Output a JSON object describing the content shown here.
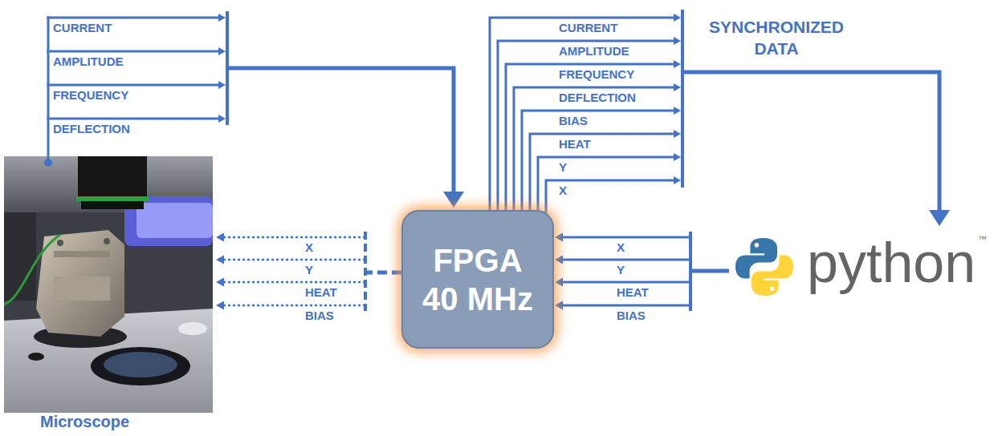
{
  "diagram": {
    "nodes": [
      {
        "text": [
          "Microscope"
        ]
      },
      {
        "text": [
          "FPGA 40 MHz"
        ]
      },
      {
        "text": [
          "python",
          "™"
        ]
      }
    ],
    "edges": [
      {
        "from": 0,
        "to": 1,
        "arrow": "to"
      },
      {
        "from": 1,
        "to": 2,
        "label": "SYNCHRONIZED DATA",
        "arrow": "to"
      },
      {
        "from": 2,
        "to": 1,
        "arrow": "to"
      },
      {
        "from": 1,
        "to": 0,
        "arrow": "to"
      }
    ],
    "labels": [
      "CURRENT",
      "AMPLITUDE",
      "FREQUENCY",
      "DEFLECTION",
      "CURRENT",
      "AMPLITUDE",
      "FREQUENCY",
      "DEFLECTION",
      "BIAS",
      "HEAT",
      "Y",
      "X",
      "X",
      "Y",
      "HEAT",
      "BIAS",
      "X",
      "Y",
      "HEAT",
      "BIAS"
    ]
  }
}
